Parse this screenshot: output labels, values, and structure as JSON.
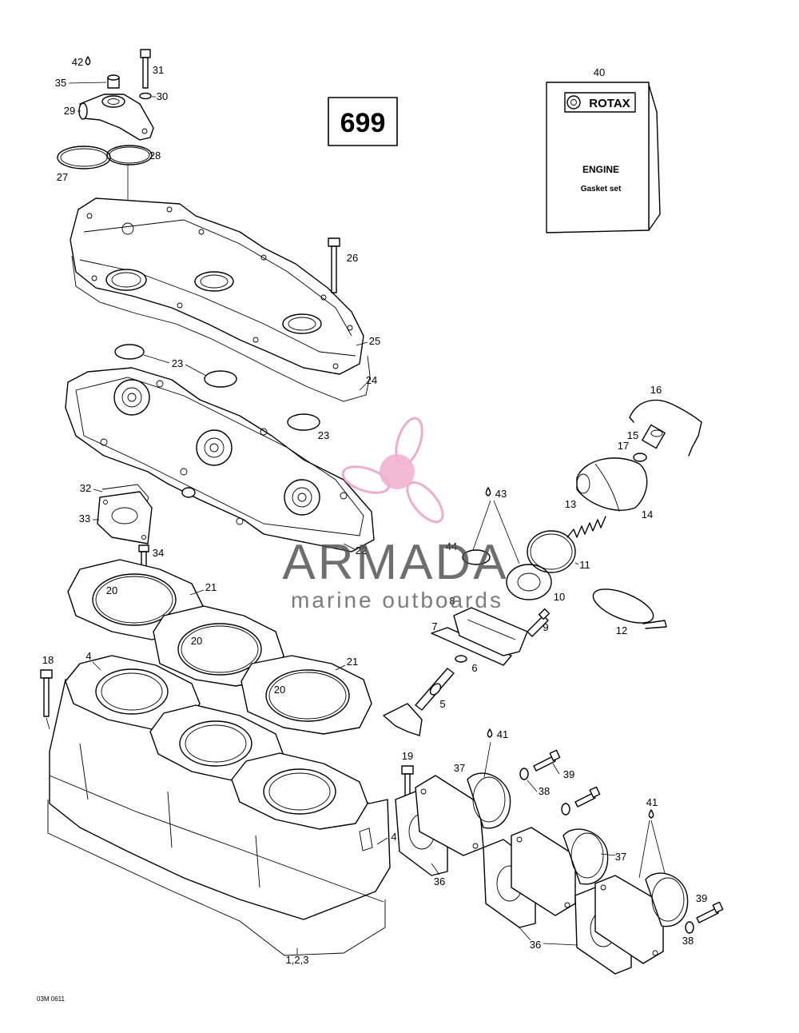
{
  "diagram": {
    "model_badge": "699",
    "manual": {
      "callout": "40",
      "brand": "ROTAX",
      "title": "ENGINE",
      "subtitle": "Gasket set"
    },
    "callouts": [
      "42",
      "35",
      "31",
      "30",
      "29",
      "28",
      "27",
      "26",
      "25",
      "23",
      "24",
      "23",
      "16",
      "15",
      "17",
      "43",
      "13",
      "14",
      "32",
      "33",
      "44",
      "34",
      "22",
      "11",
      "10",
      "8",
      "21",
      "20",
      "9",
      "7",
      "12",
      "20",
      "6",
      "18",
      "4",
      "21",
      "20",
      "5",
      "41",
      "19",
      "37",
      "39",
      "38",
      "4",
      "37",
      "41",
      "36",
      "39",
      "38",
      "36",
      "1,2,3"
    ],
    "drawing_code": "03M 0611",
    "icons": [
      "oil-drop-icon",
      "propeller-logo-icon",
      "rotax-gear-icon"
    ],
    "colors": {
      "line": "#000000",
      "watermark_text": "#4a4a4a",
      "watermark_logo": "#e8a0c4"
    }
  },
  "watermark": {
    "name": "ARMADA",
    "tagline": "marine outboards"
  }
}
